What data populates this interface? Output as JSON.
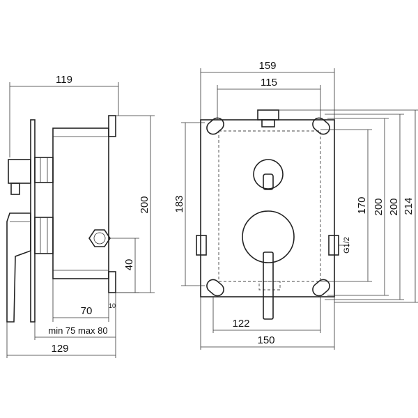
{
  "side_view": {
    "dim_width_top": "119",
    "dim_height": "200",
    "dim_port_offset": "40",
    "dim_depth": "70",
    "dim_flange": "10",
    "dim_range": "min 75  max 80",
    "dim_total_depth": "129"
  },
  "front_view": {
    "dim_overall_width": "159",
    "dim_inner_width": "115",
    "dim_height_left": "183",
    "dim_height_inner": "170",
    "dim_height_mid": "200",
    "dim_height_outer": "200",
    "dim_height_total": "214",
    "dim_bottom_inner": "122",
    "dim_bottom_total": "150",
    "thread_label": "G1/2"
  }
}
